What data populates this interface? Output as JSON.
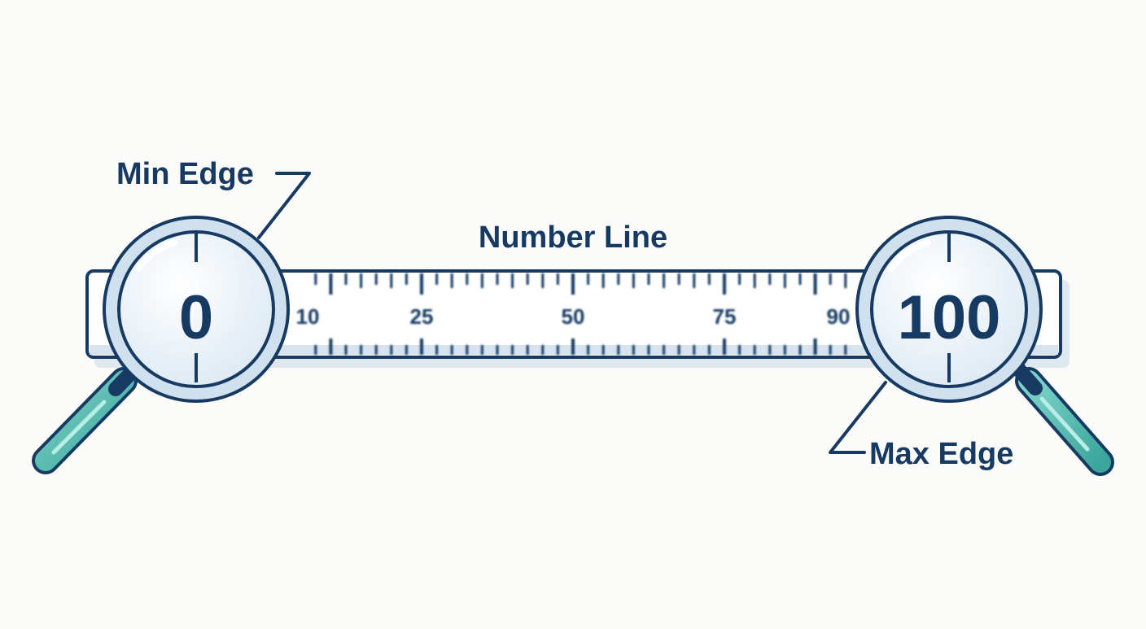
{
  "title": "Number Line",
  "min_label": "Min Edge",
  "max_label": "Max Edge",
  "min_value": "0",
  "max_value": "100",
  "scale": {
    "min": 0,
    "max": 100,
    "tick_labels": [
      "10",
      "25",
      "50",
      "75",
      "90"
    ],
    "tick_values": [
      10,
      25,
      50,
      75,
      90
    ],
    "minor_step": 2.5
  },
  "colors": {
    "ink": "#173a63",
    "ruler_fill": "#ffffff",
    "ruler_shadow": "#dde6ee",
    "lens_glass": "#e8f1f8",
    "lens_rim": "#bdd3e4",
    "handle": "#5bbcb3",
    "handle_dark": "#2a8f87"
  },
  "icons": {
    "left_magnifier": "magnifying-glass-icon",
    "right_magnifier": "magnifying-glass-icon"
  }
}
